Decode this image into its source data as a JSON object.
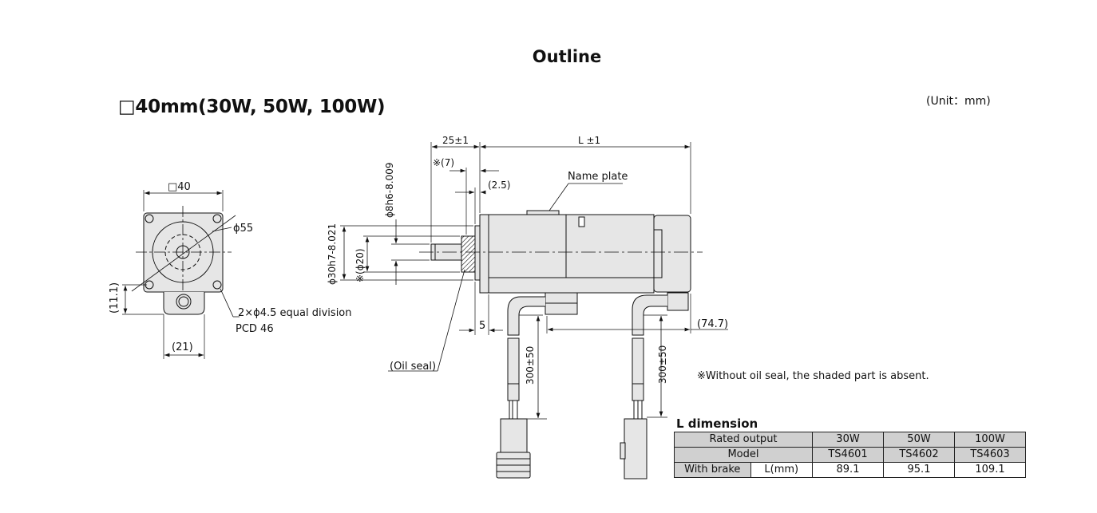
{
  "title": "Outline",
  "subtitle": "□40mm(30W, 50W, 100W)",
  "unit": "(Unit：mm)",
  "note": "※Without oil seal, the shaded part is absent.",
  "front_view": {
    "square_label": "□40",
    "diameter_label": "ϕ55",
    "height_label": "(11.1)",
    "width_label": "(21)",
    "holes_label": "2×ϕ4.5 equal division",
    "pcd_label": "PCD 46"
  },
  "side_view": {
    "shaft_length": "25±1",
    "body_length": "L ±1",
    "seal_offset": "※(7)",
    "seal_thickness": "(2.5)",
    "shaft_dia": "ϕ8h6-8.009",
    "pilot_dia": "ϕ30h7-8.021",
    "seal_dia": "※(ϕ20)",
    "nameplate": "Name plate",
    "oil_seal": "(Oil seal)",
    "flange_thickness": "5",
    "connector_offset": "(74.7)",
    "cable_length_1": "300±50",
    "cable_length_2": "300±50"
  },
  "l_dimension": {
    "title": "L dimension",
    "row_rated": "Rated output",
    "row_model": "Model",
    "row_brake": "With brake",
    "row_brake_unit": "L(mm)",
    "columns": [
      {
        "output": "30W",
        "model": "TS4601",
        "l": "89.1"
      },
      {
        "output": "50W",
        "model": "TS4602",
        "l": "95.1"
      },
      {
        "output": "100W",
        "model": "TS4603",
        "l": "109.1"
      }
    ]
  }
}
